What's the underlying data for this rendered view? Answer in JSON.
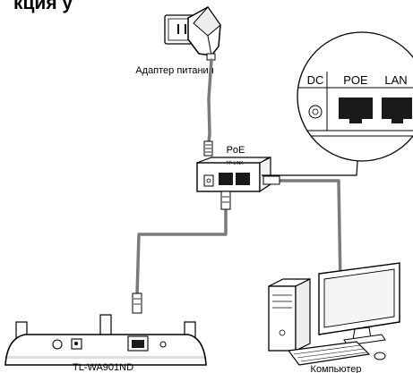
{
  "heading": "кция у",
  "labels": {
    "power_adapter": "Адаптер питания",
    "poe": "PoE",
    "access_point": "TL-WA901ND",
    "computer": "Компьютер",
    "poe_brand": "TP-LINK"
  },
  "zoom_ports": {
    "dc": "DC",
    "poe": "POE",
    "lan": "LAN"
  },
  "colors": {
    "cable": "#7a7a7a",
    "outline": "#000000",
    "background": "#ffffff"
  }
}
